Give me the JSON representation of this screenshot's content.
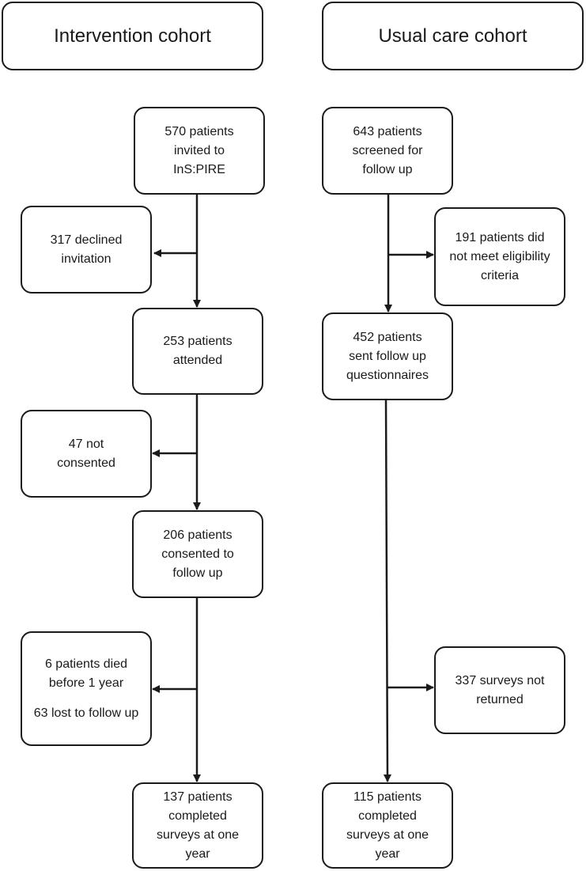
{
  "headers": {
    "intervention": "Intervention cohort",
    "usual_care": "Usual care cohort"
  },
  "intervention": {
    "invited": "570 patients invited to InS:PIRE",
    "declined": "317 declined invitation",
    "attended": "253 patients attended",
    "not_consented": "47 not consented",
    "consented": "206 patients consented to follow up",
    "died": "6 patients died before 1 year",
    "lost": "63 lost to follow up",
    "completed": "137 patients completed surveys at one year"
  },
  "usual_care": {
    "screened": "643 patients screened for follow up",
    "ineligible": "191 patients did not meet eligibility criteria",
    "sent": "452  patients sent follow up questionnaires",
    "not_returned": "337 surveys not returned",
    "completed": "115 patients completed surveys at one year"
  }
}
